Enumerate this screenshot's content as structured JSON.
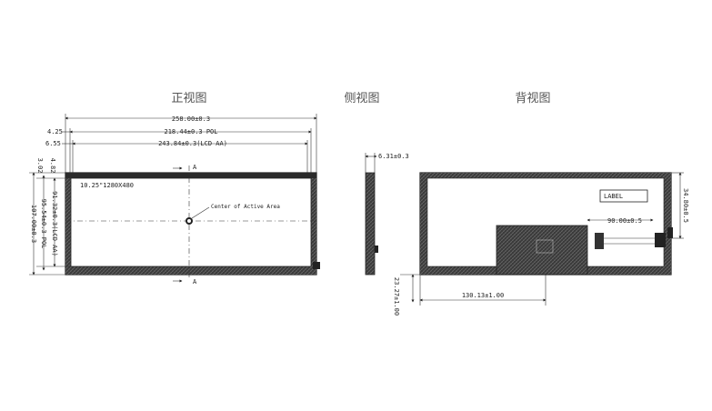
{
  "views": {
    "front": "正视图",
    "side": "侧视图",
    "back": "背视图"
  },
  "front": {
    "dim_overall_width": "258.00±0.3",
    "dim_pol_width": "218.44±0.3 POL",
    "dim_aa_width": "243.84±0.3(LCD AA)",
    "dim_left_1": "4.25",
    "dim_left_2": "6.55",
    "dim_top_offset": "3.02",
    "dim_top_offset_2": "4.82",
    "dim_aa_height": "91.32±0.3(LCD AA)",
    "dim_pol_height": "95.54±0.3 POL",
    "dim_overall_height": "107.00±0.3",
    "panel_label": "10.25\"1280X480",
    "center_note": "Center of Active Area",
    "section_top": "A",
    "section_bottom": "A"
  },
  "side": {
    "dim_thickness": "6.31±0.3"
  },
  "back": {
    "label_box": "LABEL",
    "dim_fpc_width": "90.00±0.5",
    "dim_right_height": "34.80±0.5",
    "dim_fpc_offset": "23.27±1.00",
    "dim_fpc_position": "130.13±1.00"
  },
  "colors": {
    "line": "#222222",
    "title": "#555555",
    "bezel": "#2a2a2a"
  }
}
